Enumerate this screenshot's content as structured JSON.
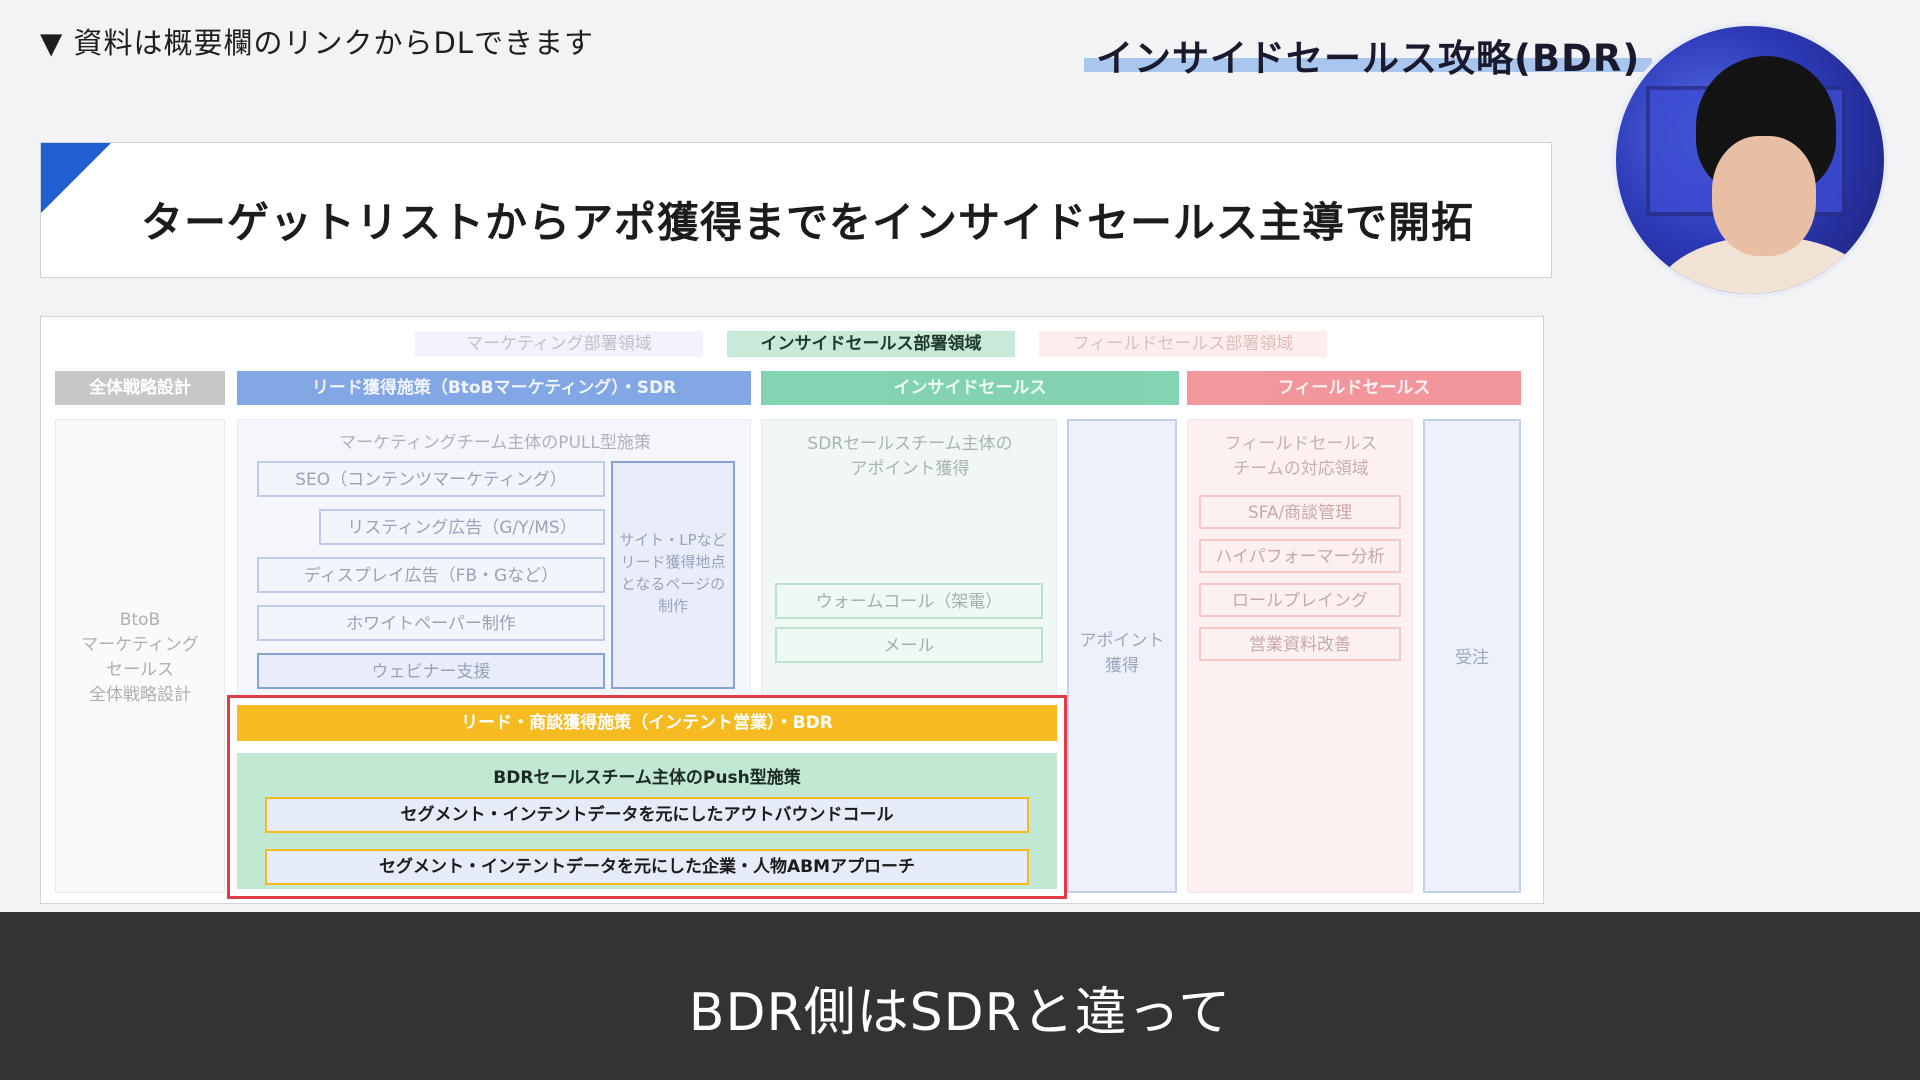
{
  "top_note": "▼ 資料は概要欄のリンクからDLできます",
  "series_title": "インサイドセールス攻略(BDR)",
  "headline": "ターゲットリストからアポ獲得までをインサイドセールス主導で開拓",
  "regions": {
    "marketing": "マーケティング部署領域",
    "inside": "インサイドセールス部署領域",
    "field": "フィールドセールス部署領域"
  },
  "columns": {
    "strategy": "全体戦略設計",
    "lead": "リード獲得施策（BtoBマーケティング）・SDR",
    "inside": "インサイドセールス",
    "field": "フィールドセールス"
  },
  "strategy_pane": [
    "BtoB",
    "マーケティング",
    "セールス",
    "全体戦略設計"
  ],
  "marketing_pane": {
    "heading": "マーケティングチーム主体のPULL型施策",
    "items": [
      "SEO（コンテンツマーケティング）",
      "リスティング広告（G/Y/MS）",
      "ディスプレイ広告（FB・Gなど）",
      "ホワイトペーパー制作",
      "ウェビナー支援"
    ],
    "side_box": [
      "サイト・LPなど",
      "リード獲得地点",
      "となるページの",
      "制作"
    ]
  },
  "sdr_pane": {
    "heading": [
      "SDRセールスチーム主体の",
      "アポイント獲得"
    ],
    "items": [
      "ウォームコール（架電）",
      "メール"
    ]
  },
  "appointment_pane": [
    "アポイント",
    "獲得"
  ],
  "field_pane": {
    "heading": [
      "フィールドセールス",
      "チームの対応領域"
    ],
    "items": [
      "SFA/商談管理",
      "ハイパフォーマー分析",
      "ロールプレイング",
      "営業資料改善"
    ]
  },
  "order_pane": "受注",
  "bdr": {
    "bar": "リード・商談獲得施策（インテント営業）・BDR",
    "heading": "BDRセールスチーム主体のPush型施策",
    "items": [
      "セグメント・インテントデータを元にしたアウトバウンドコール",
      "セグメント・インテントデータを元にした企業・人物ABMアプローチ"
    ]
  },
  "caption": "BDR側はSDRと違って",
  "colors": {
    "lead_blue": "#1f5fd0",
    "inside_green": "#1fae73",
    "field_red": "#e8424a",
    "bdr_yellow": "#f7bb22",
    "highlight_red": "#e03c45"
  }
}
